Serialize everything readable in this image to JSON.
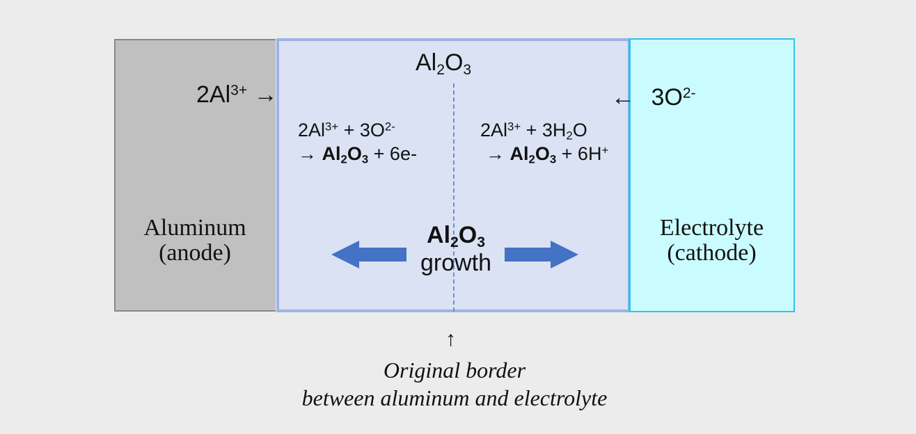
{
  "colors": {
    "background": "#ececec",
    "anode_fill": "#c0c0c0",
    "oxide_fill": "#dae2f3",
    "oxide_border": "#9fb3e3",
    "electrolyte_fill": "#cafcff",
    "electrolyte_border": "#2bc4ee",
    "arrow_blue": "#4472c4"
  },
  "oxide_title": {
    "base1": "Al",
    "sub1": "2",
    "base2": "O",
    "sub2": "3"
  },
  "ion_left": {
    "base": "2Al",
    "sup": "3+",
    "arrow": "→"
  },
  "ion_right": {
    "arrow": "←",
    "base": "3O",
    "sup": "2-"
  },
  "reaction_left": {
    "line1": {
      "a": "2Al",
      "a_sup": "3+",
      "b": " + 3O",
      "b_sup": "2-"
    },
    "line2": {
      "arrow": "→ ",
      "p1": "Al",
      "p1_sub": "2",
      "p2": "O",
      "p2_sub": "3",
      "rest": " + 6e-"
    }
  },
  "reaction_right": {
    "line1": {
      "a": "2Al",
      "a_sup": "3+",
      "b": " + 3H",
      "b_sub": "2",
      "c": "O"
    },
    "line2": {
      "arrow": "→ ",
      "p1": "Al",
      "p1_sub": "2",
      "p2": "O",
      "p2_sub": "3",
      "rest": " + 6H",
      "rest_sup": "+"
    }
  },
  "growth": {
    "f1": "Al",
    "f1_sub": "2",
    "f2": "O",
    "f2_sub": "3",
    "word": "growth"
  },
  "anode": {
    "line1": "Aluminum",
    "line2": "(anode)"
  },
  "electrolyte": {
    "line1": "Electrolyte",
    "line2": "(cathode)"
  },
  "border_note": {
    "arrow": "↑",
    "line1": "Original border",
    "line2": "between aluminum and electrolyte"
  }
}
